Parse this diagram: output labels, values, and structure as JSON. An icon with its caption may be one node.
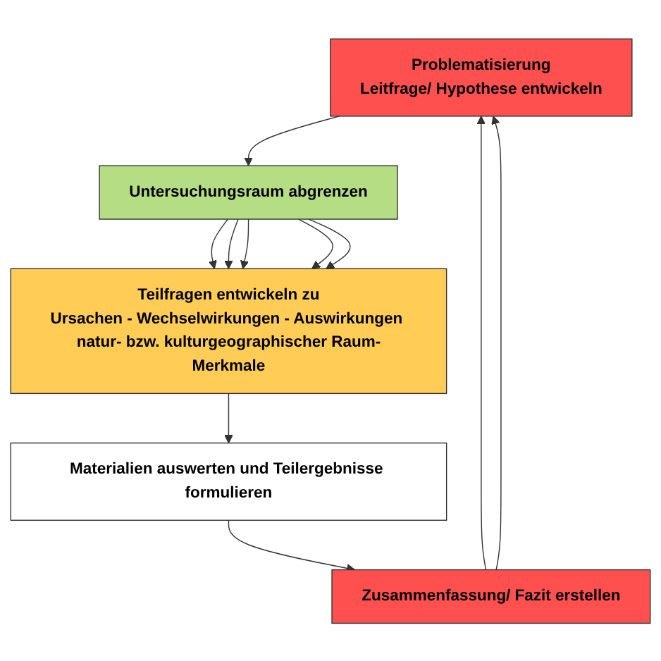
{
  "diagram": {
    "nodes": [
      {
        "text": [
          "Problematisierung",
          "Leitfrage/ Hypothese entwickeln"
        ]
      },
      {
        "text": [
          "Untersuchungsraum abgrenzen"
        ]
      },
      {
        "text": [
          "Teilfragen entwickeln zu",
          "Ursachen - Wechselwirkungen - Auswirkungen natur- bzw. kulturgeographischer Raum-Merkmale"
        ]
      },
      {
        "text": [
          "Materialien auswerten und Teilergebnisse formulieren"
        ]
      },
      {
        "text": [
          "Zusammenfassung/ Fazit erstellen"
        ]
      }
    ],
    "edges": [
      {
        "from": 0,
        "to": 1,
        "arrow": "to"
      },
      {
        "from": 1,
        "to": 2,
        "arrow": "to"
      },
      {
        "from": 1,
        "to": 2,
        "arrow": "to"
      },
      {
        "from": 1,
        "to": 2,
        "arrow": "to"
      },
      {
        "from": 1,
        "to": 2,
        "arrow": "to"
      },
      {
        "from": 1,
        "to": 2,
        "arrow": "to"
      },
      {
        "from": 2,
        "to": 3,
        "arrow": "to"
      },
      {
        "from": 3,
        "to": 4,
        "arrow": "to"
      },
      {
        "from": 4,
        "to": 0,
        "arrow": "to"
      },
      {
        "from": 4,
        "to": 0,
        "arrow": "to"
      }
    ]
  }
}
